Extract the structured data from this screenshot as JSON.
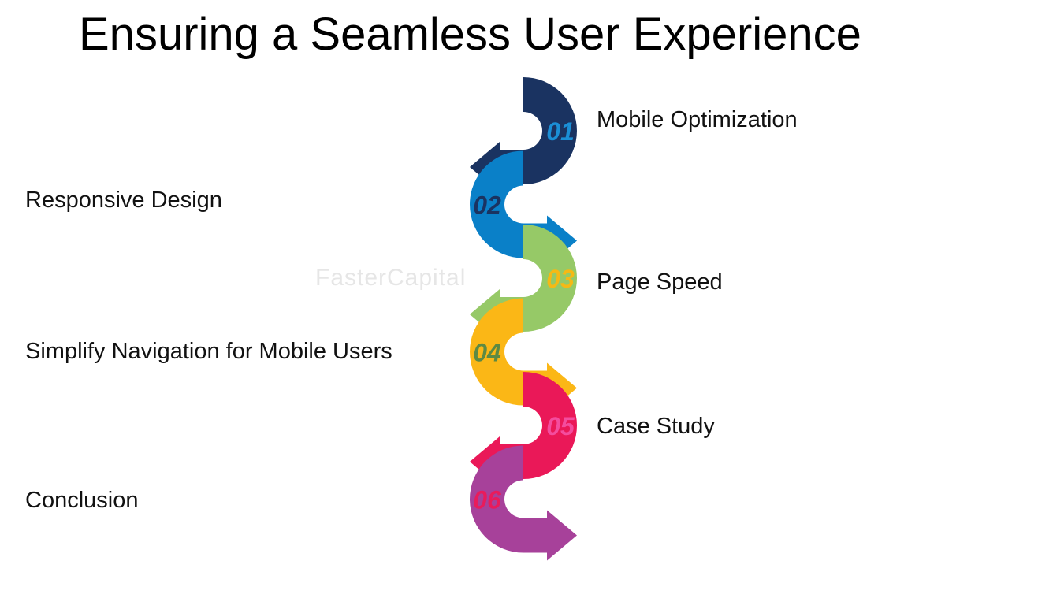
{
  "title": "Ensuring a Seamless User Experience",
  "watermark": "FasterCapital",
  "steps": [
    {
      "number": "01",
      "label": "Mobile Optimization",
      "color": "#1a3361",
      "number_color": "#1b8fd6"
    },
    {
      "number": "02",
      "label": "Responsive Design",
      "color": "#0a80c8",
      "number_color": "#1a3361"
    },
    {
      "number": "03",
      "label": "Page Speed",
      "color": "#96c967",
      "number_color": "#f5b915"
    },
    {
      "number": "04",
      "label": "Simplify Navigation for Mobile Users",
      "color": "#fbb716",
      "number_color": "#5d8a43"
    },
    {
      "number": "05",
      "label": "Case Study",
      "color": "#ea1858",
      "number_color": "#f44c9e"
    },
    {
      "number": "06",
      "label": "Conclusion",
      "color": "#a7419a",
      "number_color": "#e91b5b"
    }
  ]
}
